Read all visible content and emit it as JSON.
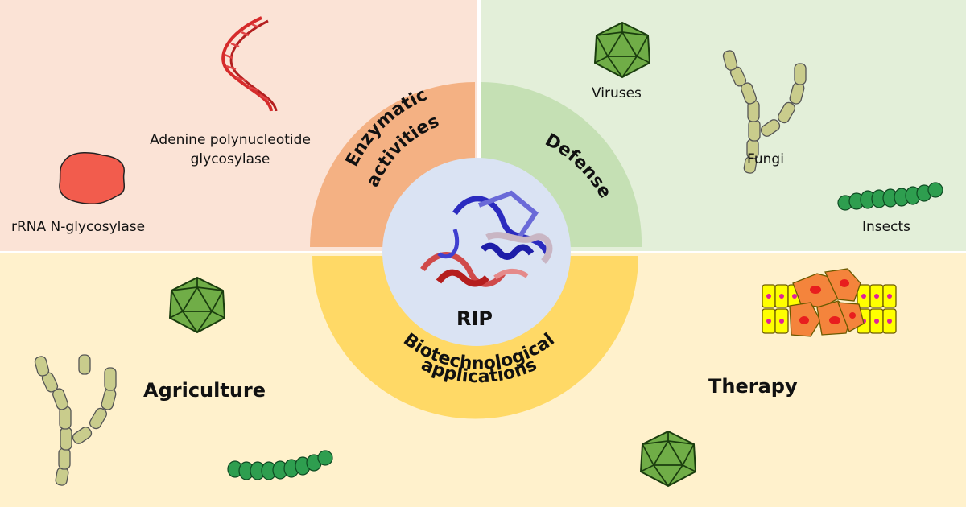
{
  "colors": {
    "top_left_bg": "#fbe3d6",
    "top_right_bg": "#e3efd9",
    "bottom_bg": "#fff1cc",
    "enzymatic_ring": "#f4b183",
    "defense_ring": "#c5e0b4",
    "biotech_ring": "#ffd966",
    "center_circle": "#dae3f3",
    "virus_green": "#70ad47",
    "caterpillar_green": "#2e9e4f",
    "fungi": "#c9cc8c",
    "rrna_blob": "#f25c4d",
    "dna_red": "#d62b2b"
  },
  "quadrants": {
    "enzymatic": {
      "arc_label_line1": "Enzymatic",
      "arc_label_line2": "activities",
      "adenine_line1": "Adenine polynucleotide",
      "adenine_line2": "glycosylase",
      "rrna_label": "rRNA N-glycosylase"
    },
    "defense": {
      "arc_label": "Defense",
      "viruses": "Viruses",
      "fungi": "Fungi",
      "insects": "Insects"
    },
    "biotech": {
      "arc_label_line1": "Biotechnological",
      "arc_label_line2": "applications",
      "agriculture": "Agriculture",
      "therapy": "Therapy"
    }
  },
  "center": {
    "label": "RIP"
  },
  "icons": {
    "virus": "icosahedral-virus-icon",
    "fungi": "fungal-hypha-icon",
    "insect": "caterpillar-icon",
    "dna": "dna-strand-icon",
    "rrna": "ribosome-blob-icon",
    "protein": "protein-ribbon-structure",
    "cells": "tumor-cells-icon"
  }
}
